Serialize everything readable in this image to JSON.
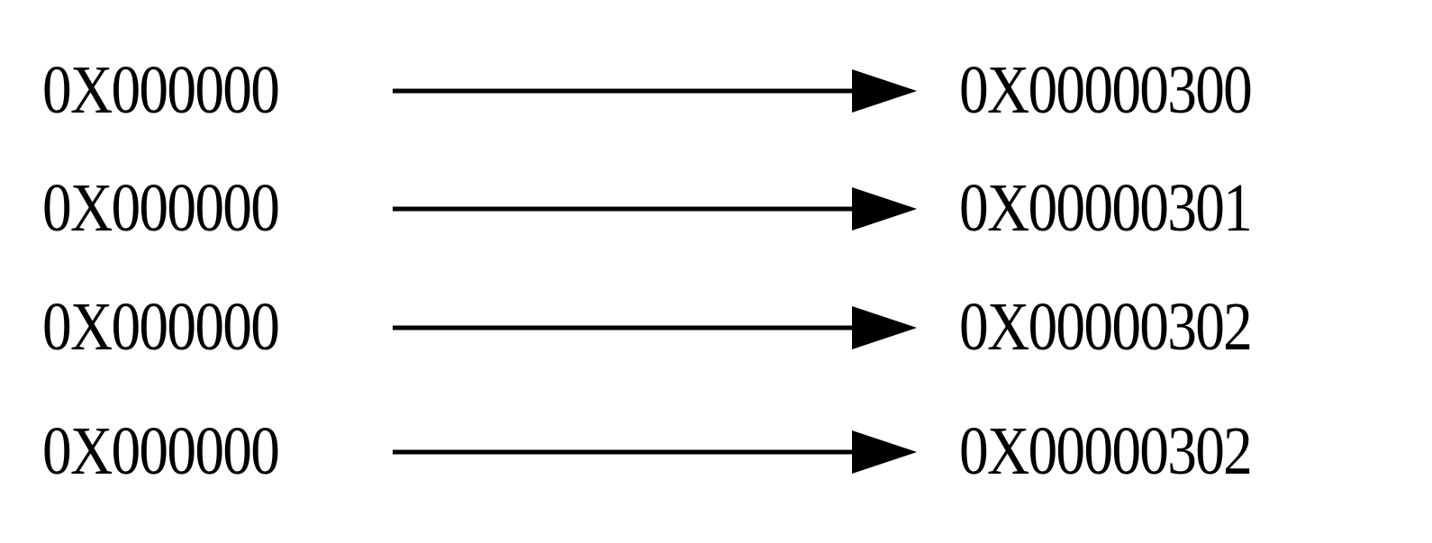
{
  "mappings": [
    {
      "source": "0X000000",
      "target": "0X00000300"
    },
    {
      "source": "0X000000",
      "target": "0X00000301"
    },
    {
      "source": "0X000000",
      "target": "0X00000302"
    },
    {
      "source": "0X000000",
      "target": "0X00000302"
    }
  ],
  "colors": {
    "text": "#000000",
    "arrow": "#000000",
    "background": "#ffffff"
  }
}
